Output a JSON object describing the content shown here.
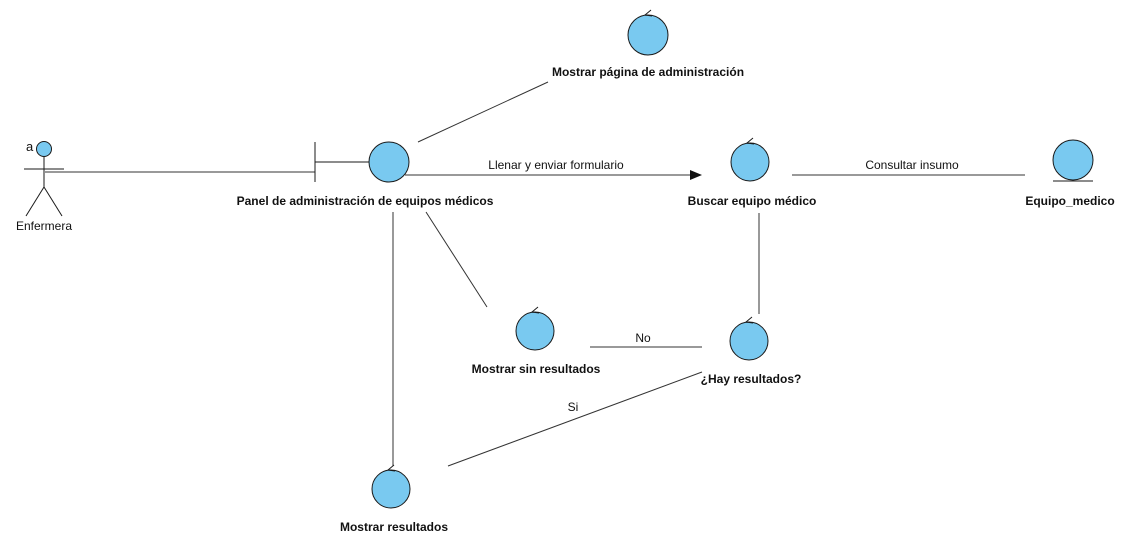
{
  "colors": {
    "fill": "#79c9f0",
    "stroke": "#1a1a1a",
    "line": "#333333",
    "background": "#ffffff"
  },
  "actor": {
    "name": "Enfermera",
    "marker": "a"
  },
  "elements": {
    "panel": "Panel de administración de equipos médicos",
    "mostrar_pagina": "Mostrar página de administración",
    "buscar": "Buscar equipo médico",
    "equipo": "Equipo_medico",
    "sin_resultados": "Mostrar sin resultados",
    "hay_resultados": "¿Hay resultados?",
    "mostrar_resultados": "Mostrar resultados"
  },
  "messages": {
    "llenar": "Llenar y enviar formulario",
    "consultar": "Consultar insumo",
    "no": "No",
    "si": "Si"
  }
}
